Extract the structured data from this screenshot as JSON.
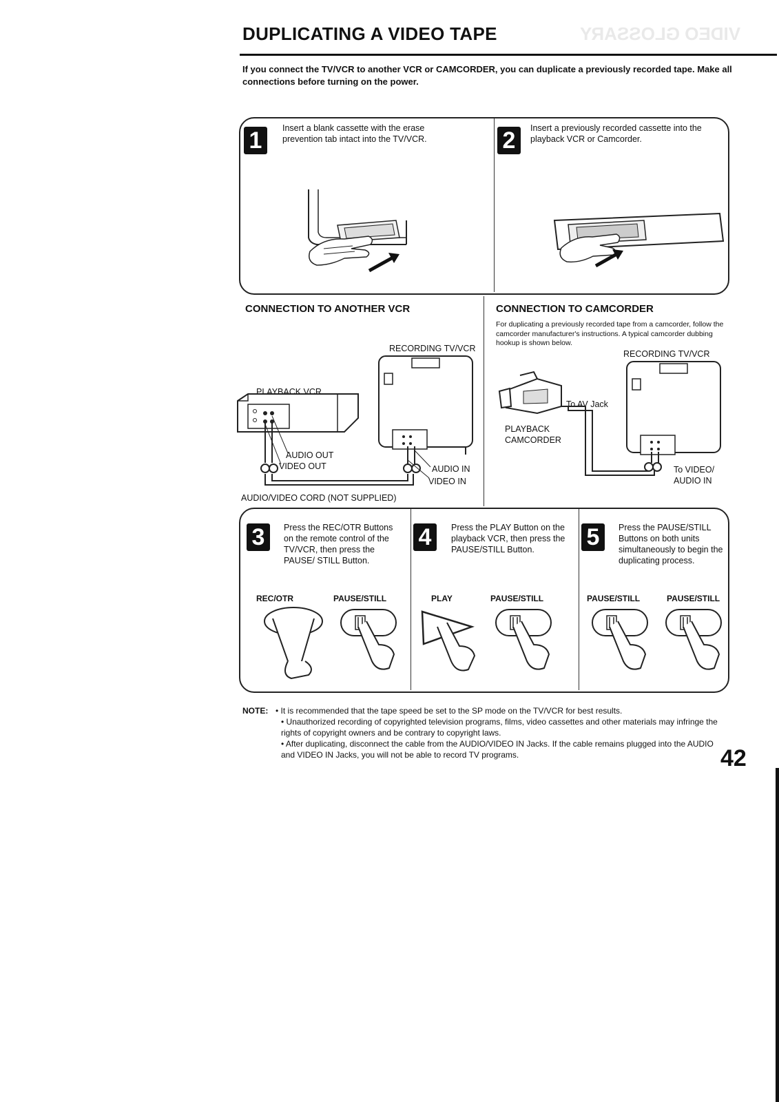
{
  "title": "DUPLICATING A VIDEO TAPE",
  "intro": "If you connect the TV/VCR to another VCR or CAMCORDER, you can duplicate a previously recorded tape. Make all connections before turning on the power.",
  "steps": {
    "s1": {
      "num": "1",
      "text": "Insert a blank cassette with the erase prevention tab intact into the TV/VCR."
    },
    "s2": {
      "num": "2",
      "text": "Insert a previously recorded cassette into the playback VCR or Camcorder."
    },
    "s3": {
      "num": "3",
      "text": "Press the REC/OTR Buttons on the remote control of the TV/VCR, then press the PAUSE/ STILL Button."
    },
    "s4": {
      "num": "4",
      "text": "Press the PLAY Button on the playback VCR, then press the PAUSE/STILL Button."
    },
    "s5": {
      "num": "5",
      "text": "Press the PAUSE/STILL Buttons on both units simultaneously to begin the duplicating process."
    }
  },
  "vcr_section": {
    "heading": "CONNECTION TO ANOTHER VCR",
    "recording": "RECORDING TV/VCR",
    "playback": "PLAYBACK VCR",
    "audio_out": "AUDIO OUT",
    "video_out": "VIDEO OUT",
    "audio_in": "AUDIO IN",
    "video_in": "VIDEO IN",
    "cord": "AUDIO/VIDEO CORD (NOT SUPPLIED)"
  },
  "camcorder_section": {
    "heading": "CONNECTION TO CAMCORDER",
    "desc": "For duplicating a previously recorded tape from a camcorder, follow the camcorder manufacturer's instructions. A typical camcorder dubbing hookup is shown below.",
    "recording": "RECORDING TV/VCR",
    "to_av": "To AV Jack",
    "playback_1": "PLAYBACK",
    "playback_2": "CAMCORDER",
    "to_video_1": "To VIDEO/",
    "to_video_2": "AUDIO IN"
  },
  "buttons": {
    "rec_otr": "REC/OTR",
    "pause_still": "PAUSE/STILL",
    "play": "PLAY"
  },
  "note": {
    "label": "NOTE:",
    "items": [
      "It is recommended that the tape speed be set to the SP mode on the TV/VCR for best results.",
      "Unauthorized recording of copyrighted television programs, films, video cassettes and other materials may infringe the rights of copyright owners and be contrary to copyright laws.",
      "After duplicating, disconnect the cable from the AUDIO/VIDEO IN Jacks. If the cable remains plugged into the AUDIO and VIDEO IN Jacks, you will not be able to record TV programs."
    ]
  },
  "page_number": "42",
  "ghost_text": "VIDEO GLOSSARY"
}
